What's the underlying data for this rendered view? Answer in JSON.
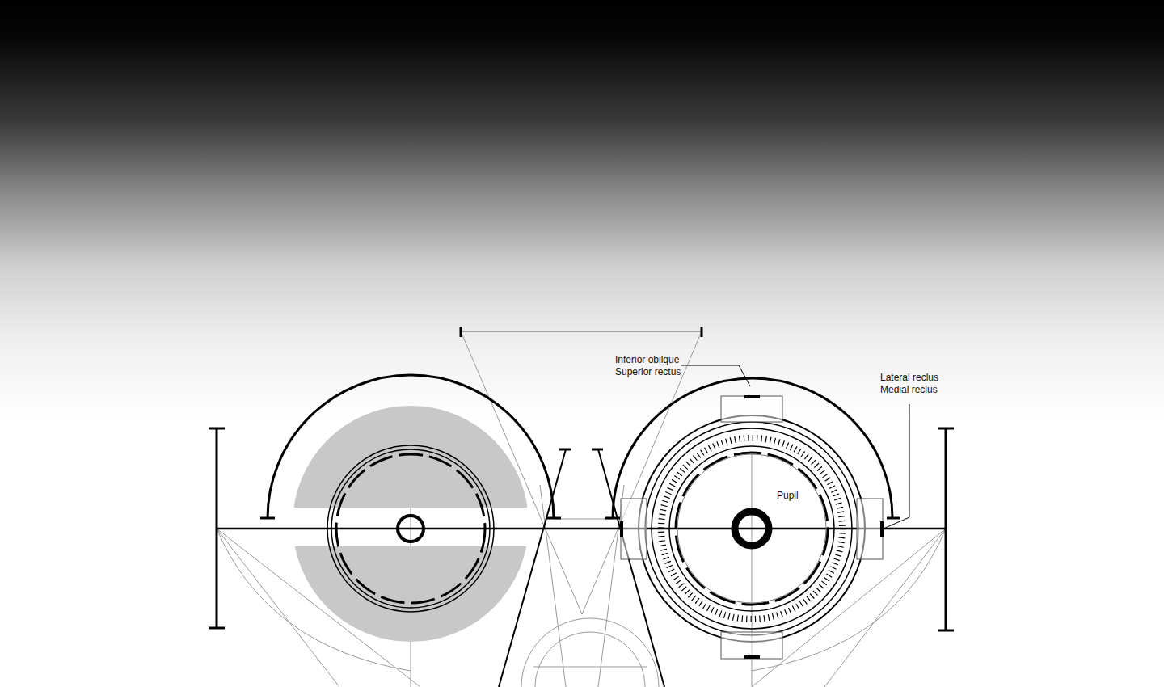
{
  "diagram": {
    "labels": [
      "Inferior obilque",
      "Superior rectus",
      "Lateral reclus",
      "Medial reclus",
      "Pupil"
    ]
  }
}
